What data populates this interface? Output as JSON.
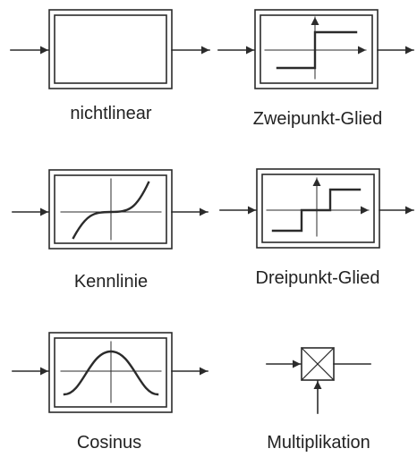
{
  "blocks": [
    {
      "key": "nichtlinear",
      "label": "nichtlinear",
      "symbol": "empty-box"
    },
    {
      "key": "zweipunkt",
      "label": "Zweipunkt-Glied",
      "symbol": "two-point-step"
    },
    {
      "key": "kennlinie",
      "label": "Kennlinie",
      "symbol": "cubic-curve"
    },
    {
      "key": "dreipunkt",
      "label": "Dreipunkt-Glied",
      "symbol": "three-point-step"
    },
    {
      "key": "cosinus",
      "label": "Cosinus",
      "symbol": "bell-curve"
    },
    {
      "key": "multiplikation",
      "label": "Multiplikation",
      "symbol": "crossed-box"
    }
  ],
  "colors": {
    "stroke": "#2b2b2b",
    "background": "#ffffff"
  }
}
